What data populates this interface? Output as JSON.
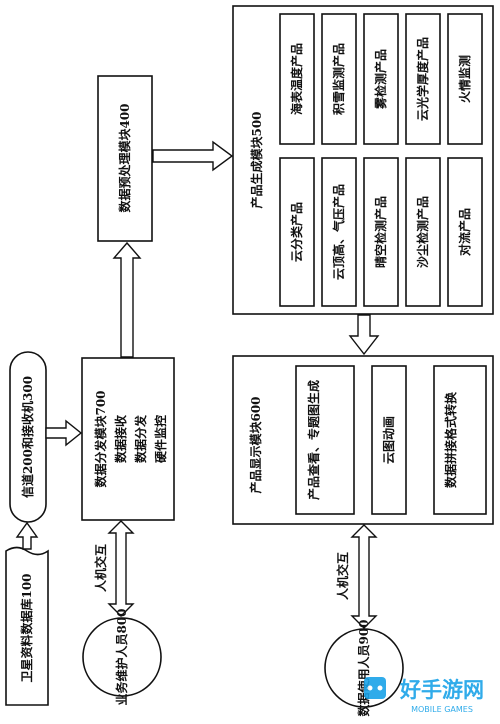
{
  "nodes": {
    "satellite_db": "卫星资料数据库100",
    "channel_receiver": "信道200和接收机300",
    "data_dispatch_module": "数据分发模块700",
    "data_receive": "数据接收",
    "data_dispatch": "数据分发",
    "hw_monitor": "硬件监控",
    "preprocess_module": "数据预处理模块400",
    "product_gen_module": "产品生成模块500",
    "products": [
      "海表温度产品",
      "积雪监测产品",
      "雾检测产品",
      "云光学厚度产品",
      "火情监测",
      "云分类产品",
      "云顶高、气压产品",
      "晴空检测产品",
      "沙尘检测产品",
      "对流产品"
    ],
    "product_display_module": "产品显示模块600",
    "display_items": [
      "产品查看、专题图生成",
      "云图动画",
      "数据拼接格式转换"
    ],
    "hmi_left": "人机交互",
    "hmi_right": "人机交互",
    "maintainer": "业务维护人员800",
    "user": "数据使用人员900"
  },
  "watermark": {
    "text": "好手游网",
    "subtext": "MOBILE GAMES",
    "color": "#1aa3e8"
  }
}
